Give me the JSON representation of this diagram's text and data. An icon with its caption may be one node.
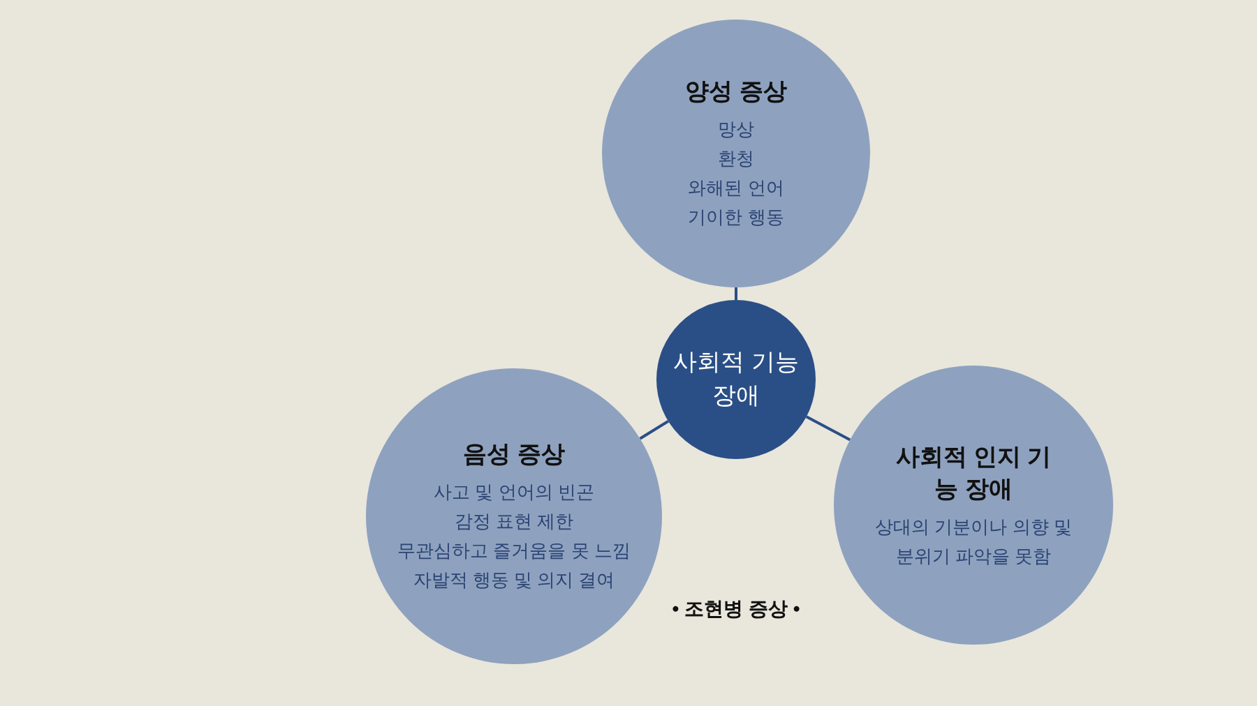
{
  "diagram": {
    "caption": "• 조현병 증상 •",
    "nodes": [
      {
        "text": [
          "양성 증상",
          "망상",
          "환청",
          "와해된 언어",
          "기이한 행동"
        ]
      },
      {
        "text": [
          "사회적 기능 장애"
        ]
      },
      {
        "text": [
          "음성 증상",
          "사고 및 언어의 빈곤",
          "감정 표현 제한",
          "무관심하고 즐거움을 못 느낌",
          "자발적 행동 및 의지 결여"
        ]
      },
      {
        "text": [
          "사회적 인지 기능 장애",
          "상대의 기분이나 의향 및 분위기 파악을 못함"
        ]
      }
    ],
    "edges": [
      {
        "from": 1,
        "to": 0,
        "arrow": "none"
      },
      {
        "from": 1,
        "to": 2,
        "arrow": "none"
      },
      {
        "from": 1,
        "to": 3,
        "arrow": "none"
      }
    ]
  }
}
